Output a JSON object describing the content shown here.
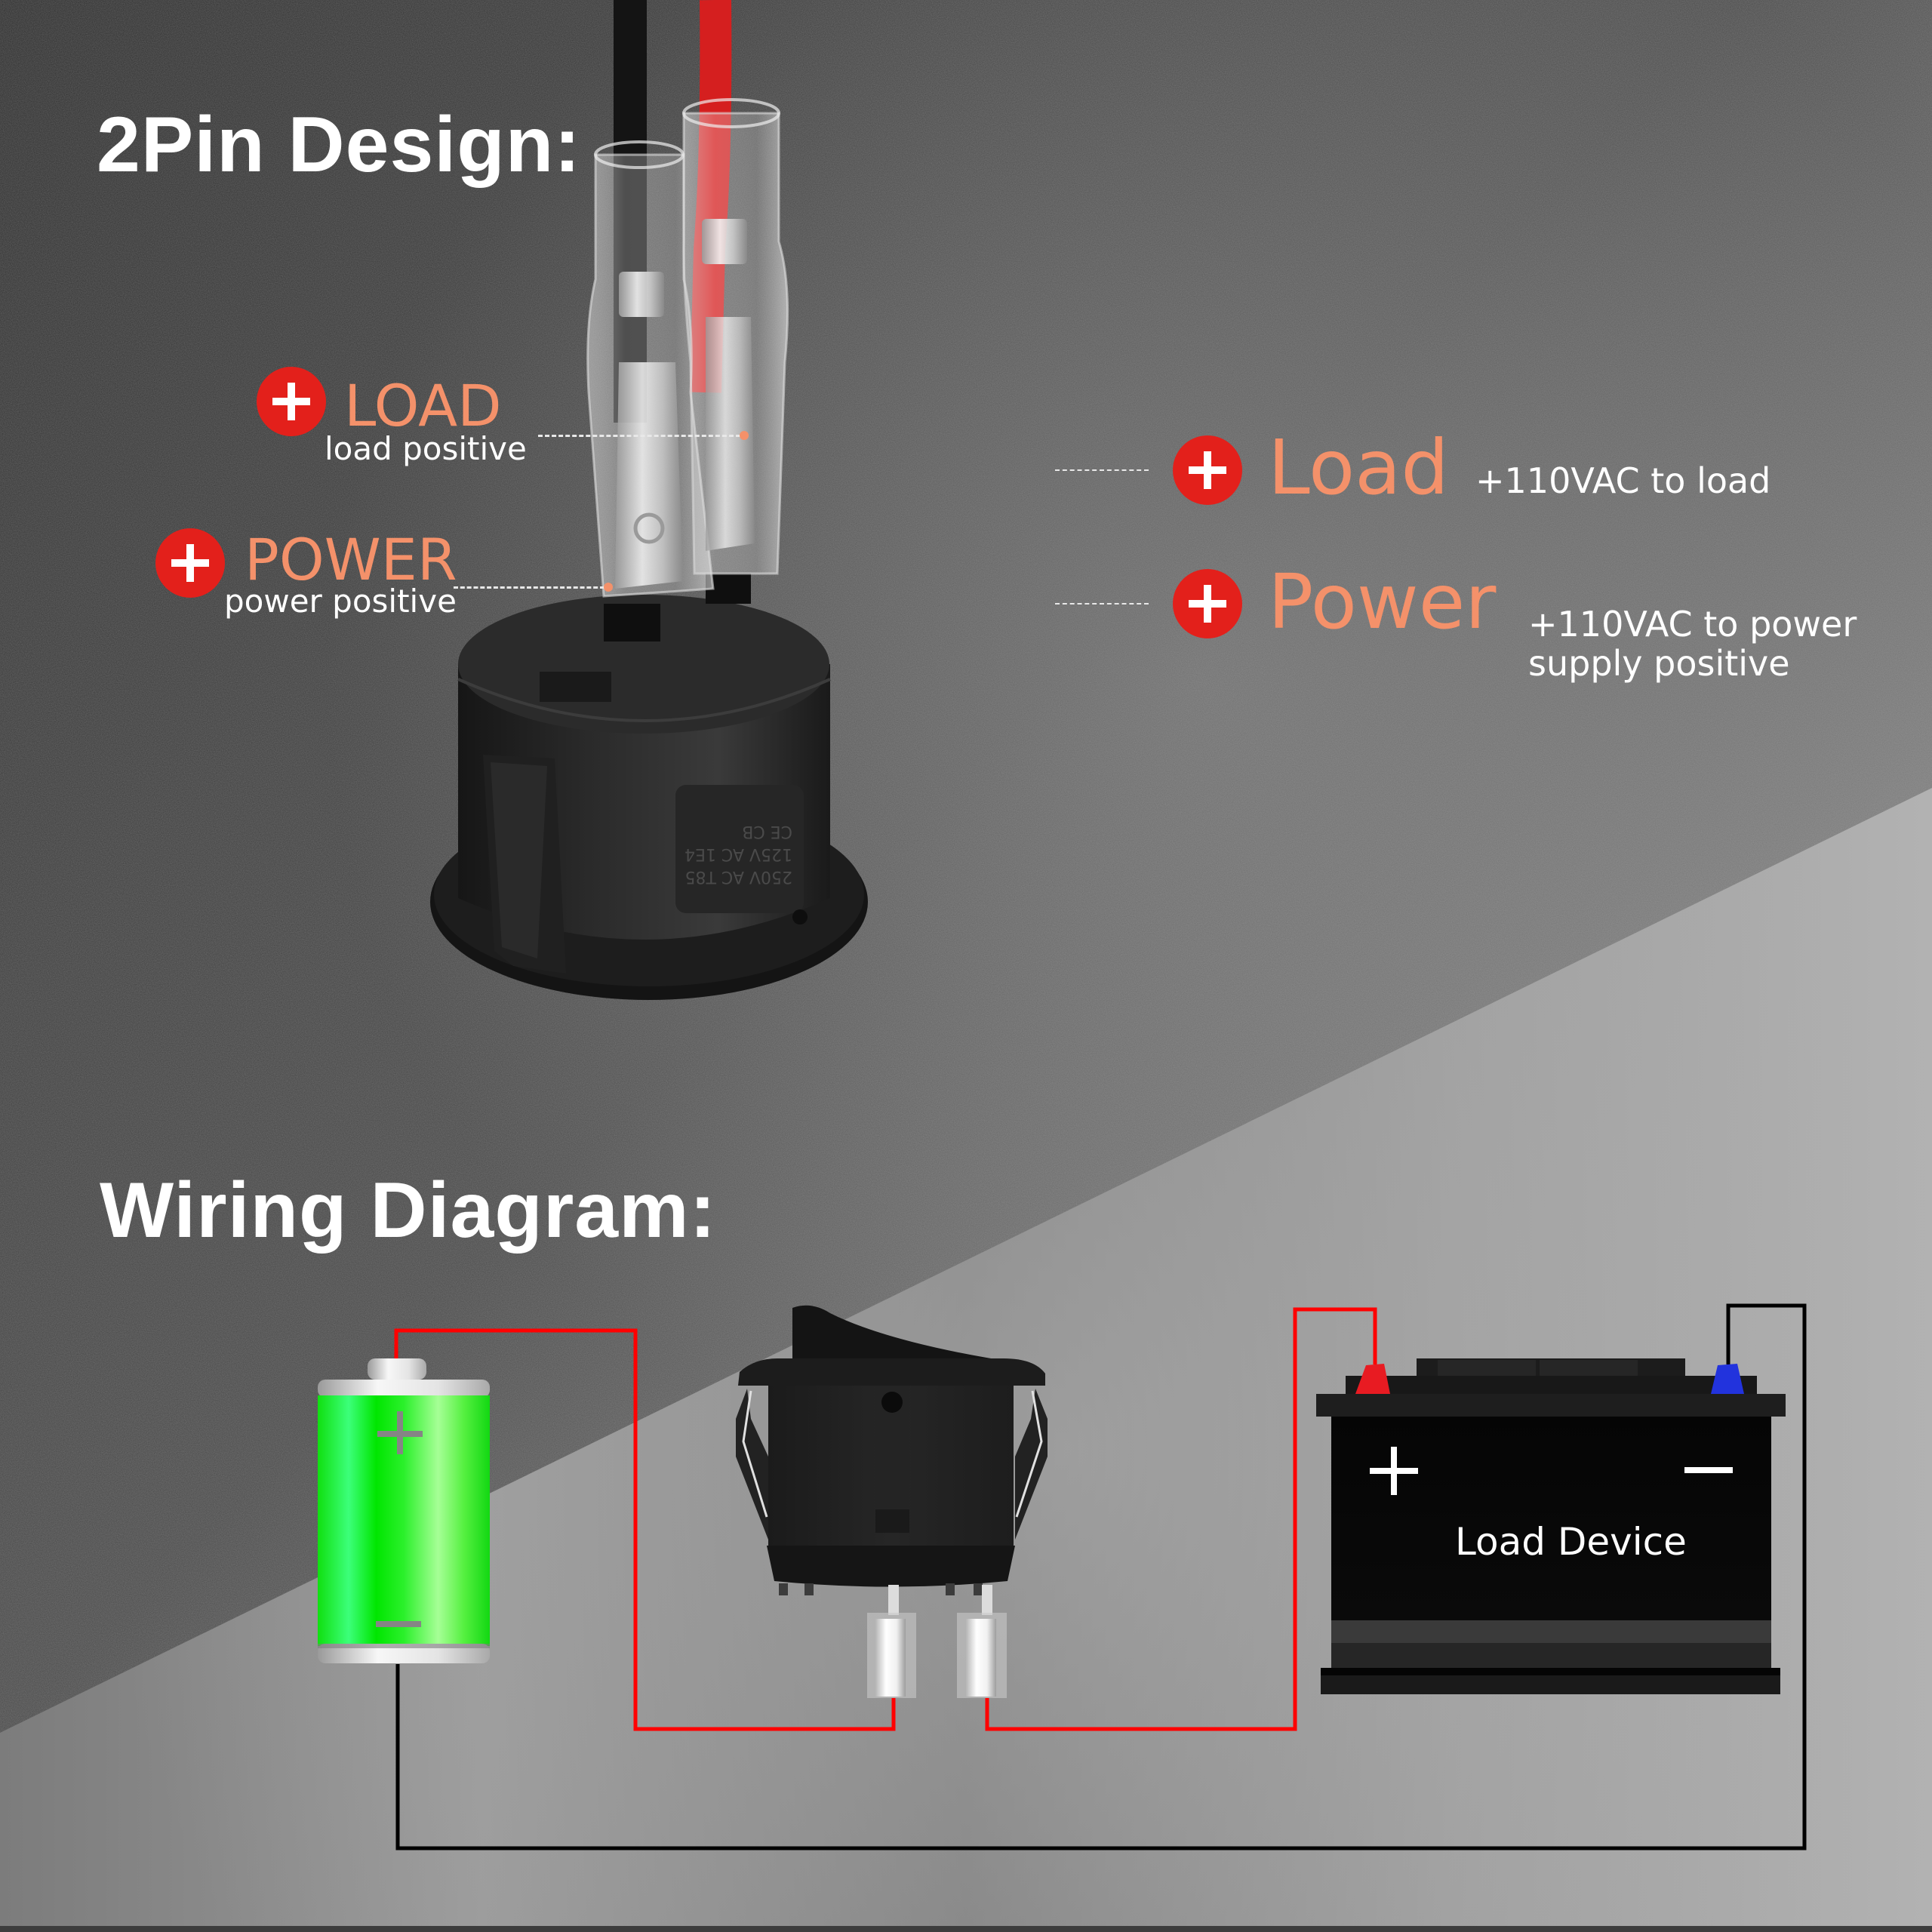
{
  "pin_section": {
    "title": "2Pin Design:",
    "callouts_left": [
      {
        "id": "load",
        "label": "LOAD",
        "sublabel": "load positive",
        "icon": "plus-circle-icon"
      },
      {
        "id": "power",
        "label": "POWER",
        "sublabel": "power positive",
        "icon": "plus-circle-icon"
      }
    ],
    "callouts_right": [
      {
        "id": "load",
        "label": "Load",
        "description": "+110VAC to load",
        "icon": "plus-circle-icon"
      },
      {
        "id": "power",
        "label": "Power",
        "description_line1": "+110VAC to power",
        "description_line2": "supply positive",
        "icon": "plus-circle-icon"
      }
    ],
    "switch_markings": [
      "T85",
      "250V AC 1E4",
      "125V",
      "CE",
      "CB"
    ],
    "wires": {
      "left": "black",
      "right": "red"
    }
  },
  "wiring_section": {
    "title": "Wiring Diagram:",
    "components": {
      "battery": {
        "positive_symbol": "+",
        "negative_symbol": "−",
        "color": "#22ee33"
      },
      "switch": {
        "type": "round rocker switch",
        "pins": 2
      },
      "load_device": {
        "label": "Load Device",
        "positive_symbol": "+",
        "negative_symbol": "−",
        "positive_terminal_color": "#e81b22",
        "negative_terminal_color": "#2233dd"
      }
    },
    "wires": [
      {
        "from": "battery +",
        "to": "switch pin 1",
        "color": "#ff0000"
      },
      {
        "from": "switch pin 2",
        "to": "load device +",
        "color": "#ff0000"
      },
      {
        "from": "load device −",
        "to": "battery −",
        "color": "#000000"
      }
    ]
  },
  "colors": {
    "accent_label": "#f4916a",
    "badge_red": "#e3201b",
    "wire_red": "#ff0000",
    "wire_black": "#000000"
  }
}
